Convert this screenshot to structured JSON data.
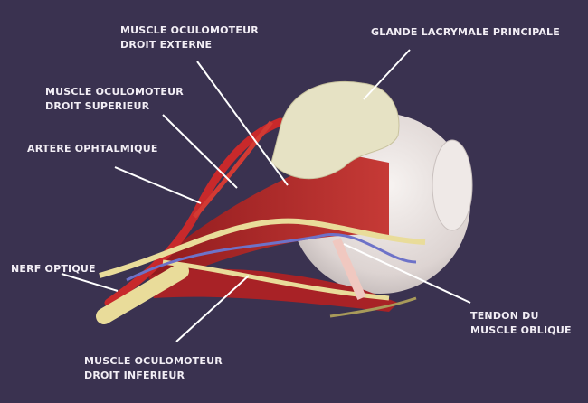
{
  "labels": {
    "droit_externe": {
      "line1": "MUSCLE OCULOMOTEUR",
      "line2": "DROIT EXTERNE"
    },
    "glande": {
      "line1": "GLANDE LACRYMALE PRINCIPALE"
    },
    "droit_superieur": {
      "line1": "MUSCLE OCULOMOTEUR",
      "line2": "DROIT SUPERIEUR"
    },
    "artere": {
      "line1": "ARTERE OPHTALMIQUE"
    },
    "nerf": {
      "line1": "NERF OPTIQUE"
    },
    "tendon": {
      "line1": "TENDON DU",
      "line2": "MUSCLE OBLIQUE"
    },
    "droit_inferieur": {
      "line1": "MUSCLE OCULOMOTEUR",
      "line2": "DROIT INFERIEUR"
    }
  },
  "colors": {
    "background": "#3a3250",
    "muscle": "#b8262a",
    "nerve": "#e9dc9a",
    "vein": "#6d72c8",
    "gland": "#e6e2c4",
    "eyeball": "#e8e2e0"
  }
}
